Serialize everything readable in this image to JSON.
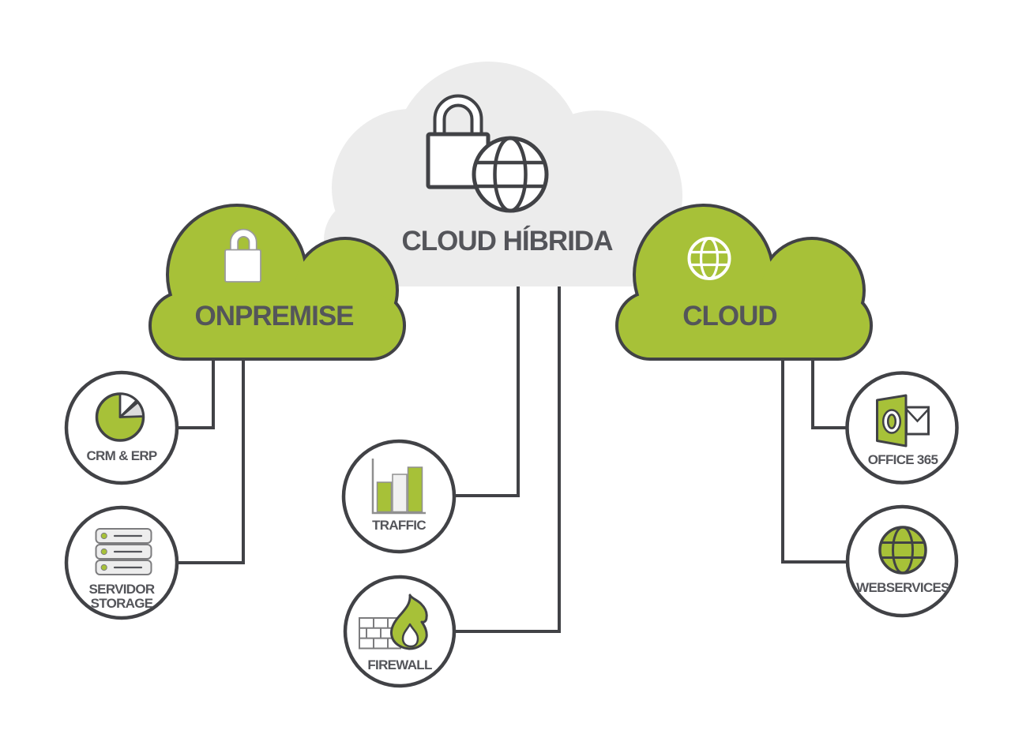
{
  "title": "CLOUD HÍBRIDA",
  "colors": {
    "green": "#a7c138",
    "dark": "#414246",
    "text": "#54555a",
    "cloudgray": "#ececec",
    "icongray": "#7c7c7e",
    "lightgray": "#ededed",
    "wedgegray": "#dcdcdc",
    "bargray": "#f1f1f1",
    "white": "#ffffff",
    "lockedge": "#9b9b9b",
    "axisgray": "#8f8f8f"
  },
  "clouds": {
    "hybrid": {
      "label": "CLOUD HÍBRIDA",
      "icons": [
        "lock-icon",
        "globe-icon"
      ]
    },
    "onpremise": {
      "label": "ONPREMISE",
      "icons": [
        "lock-icon"
      ]
    },
    "cloud": {
      "label": "CLOUD",
      "icons": [
        "globe-icon"
      ]
    }
  },
  "nodes": {
    "crm": {
      "label": "CRM & ERP",
      "icon": "pie-chart-icon"
    },
    "server": {
      "line1": "SERVIDOR",
      "line2": "STORAGE",
      "icon": "server-stack-icon"
    },
    "traffic": {
      "label": "TRAFFIC",
      "icon": "bar-chart-icon"
    },
    "firewall": {
      "label": "FIREWALL",
      "icon": "firewall-flame-icon"
    },
    "office": {
      "label": "OFFICE 365",
      "icon": "outlook-icon"
    },
    "webservices": {
      "label": "WEBSERVICES",
      "icon": "globe-icon"
    }
  }
}
